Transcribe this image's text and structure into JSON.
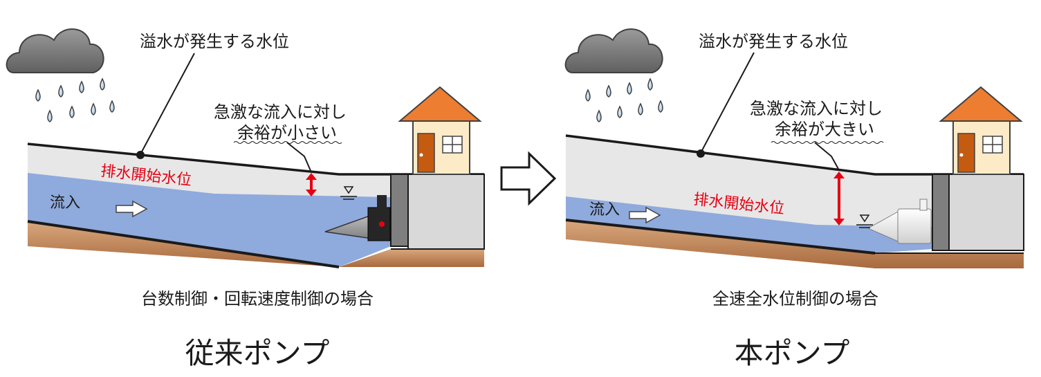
{
  "left": {
    "callout_overflow": "溢水が発生する水位",
    "callout_margin_line1": "急激な流入に対し",
    "callout_margin_line2": "余裕が小さい",
    "start_level": "排水開始水位",
    "inflow": "流入",
    "control": "台数制御・回転速度制御の場合",
    "title": "従来ポンプ"
  },
  "right": {
    "callout_overflow": "溢水が発生する水位",
    "callout_margin_line1": "急激な流入に対し",
    "callout_margin_line2": "余裕が大きい",
    "start_level": "排水開始水位",
    "inflow": "流入",
    "control": "全速全水位制御の場合",
    "title": "本ポンプ"
  },
  "colors": {
    "water": "#8faadc",
    "ground": "#c48a5c",
    "wall": "#d9d9d9",
    "roof": "#ed7d31",
    "house": "#fdebc8",
    "door": "#c55a11",
    "accent_red": "#e60012",
    "cloud": "#7f7f7f",
    "drop": "#bdd7ee"
  },
  "icons": [
    "cloud-icon",
    "raindrop-icon",
    "house-icon",
    "arrow-right-icon",
    "water-level-icon",
    "pump-icon"
  ]
}
